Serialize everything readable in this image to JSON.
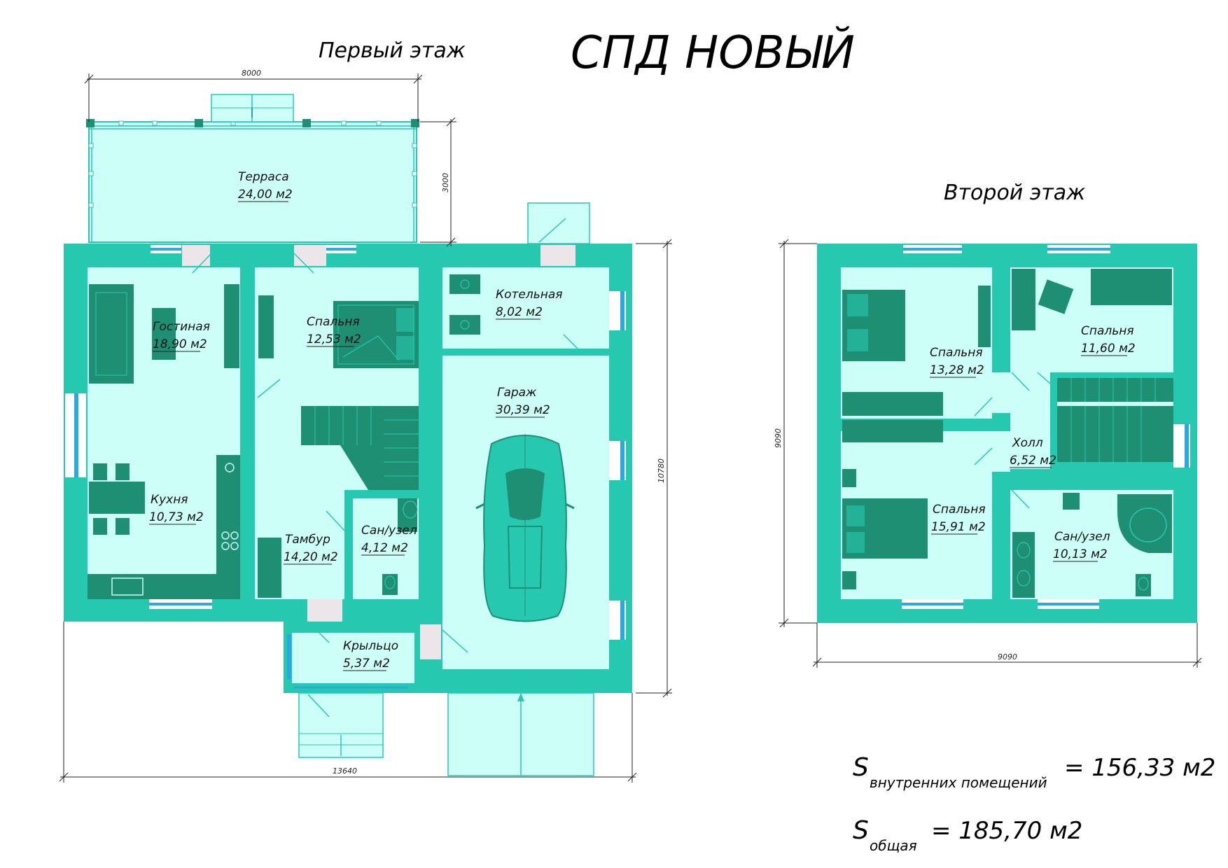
{
  "title": "СПД НОВЫЙ",
  "floor1": {
    "title": "Первый этаж",
    "dims": {
      "top": "8000",
      "terrace_depth": "3000",
      "height": "10780",
      "width": "13640"
    },
    "rooms": {
      "terrace": {
        "name": "Терраса",
        "area": "24,00 м2"
      },
      "living": {
        "name": "Гостиная",
        "area": "18,90 м2"
      },
      "bedroom": {
        "name": "Спальня",
        "area": "12,53 м2"
      },
      "boiler": {
        "name": "Котельная",
        "area": "8,02 м2"
      },
      "garage": {
        "name": "Гараж",
        "area": "30,39 м2"
      },
      "kitchen": {
        "name": "Кухня",
        "area": "10,73 м2"
      },
      "vestibule": {
        "name": "Тамбур",
        "area": "14,20 м2"
      },
      "bath": {
        "name": "Сан/узел",
        "area": "4,12 м2"
      },
      "porch": {
        "name": "Крыльцо",
        "area": "5,37 м2"
      }
    }
  },
  "floor2": {
    "title": "Второй этаж",
    "dims": {
      "height": "9090",
      "width": "9090"
    },
    "rooms": {
      "bedroom1": {
        "name": "Спальня",
        "area": "13,28 м2"
      },
      "bedroom2": {
        "name": "Спальня",
        "area": "11,60 м2"
      },
      "hall": {
        "name": "Холл",
        "area": "6,52 м2"
      },
      "bedroom3": {
        "name": "Спальня",
        "area": "15,91 м2"
      },
      "bath": {
        "name": "Сан/узел",
        "area": "10,13 м2"
      }
    }
  },
  "summary": {
    "s1_symbol": "S",
    "s1_sub": "внутренних помещений",
    "s1_value": "= 156,33 м2",
    "s2_symbol": "S",
    "s2_sub": "общая",
    "s2_value": "= 185,70 м2"
  },
  "colors": {
    "wall": "#26c9b0",
    "floor": "#ccfff7",
    "furniture": "#1f8f74",
    "window": "#29a9e0",
    "door": "#ece6ea"
  }
}
